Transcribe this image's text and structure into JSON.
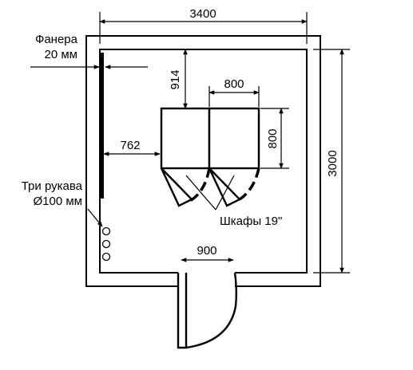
{
  "labels": {
    "width": "3400",
    "height": "3000",
    "plywood_line1": "Фанера",
    "plywood_line2": "20 мм",
    "sleeves_line1": "Три рукава",
    "sleeves_line2": "Ø100 мм",
    "dim_914": "914",
    "dim_800_width": "800",
    "dim_800_depth": "800",
    "dim_762": "762",
    "cabinets": "Шкафы 19\"",
    "door": "900"
  }
}
